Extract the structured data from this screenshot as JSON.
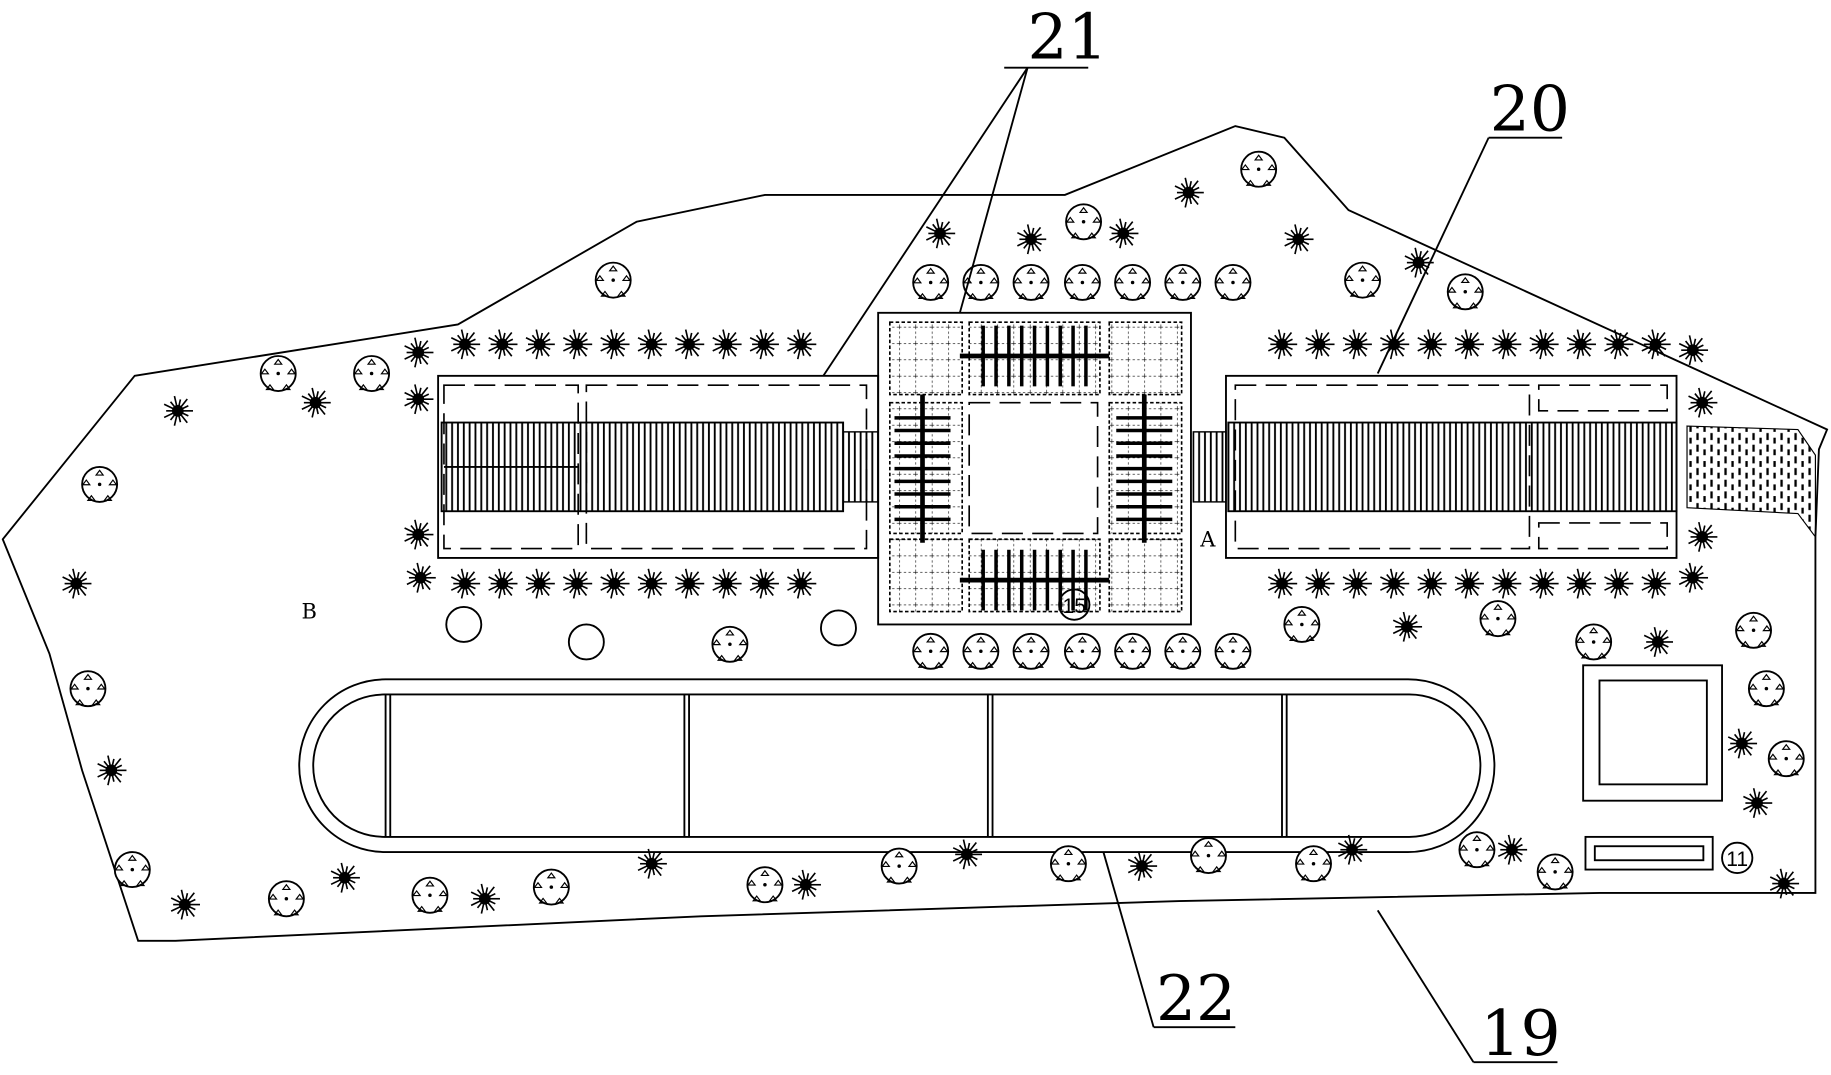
{
  "figure": {
    "labels": {
      "ref_21": "21",
      "ref_20": "20",
      "ref_22": "22",
      "ref_19": "19",
      "ref_11": "11",
      "ref_15": "15",
      "point_a": "A",
      "point_b": "B"
    }
  }
}
